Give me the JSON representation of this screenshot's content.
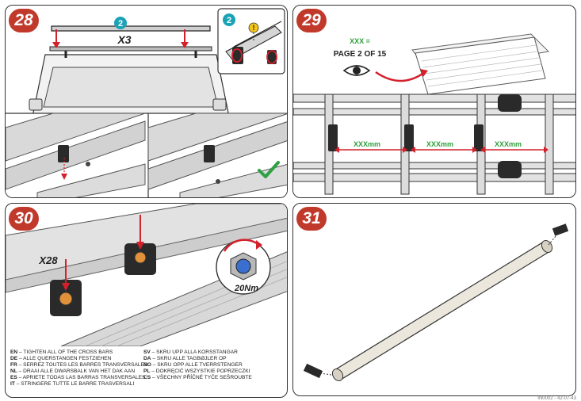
{
  "steps": [
    {
      "number": "28",
      "quantity_label": "X3",
      "callout_number": "2",
      "inset_callout_number": "2",
      "warning_symbol": "!"
    },
    {
      "number": "29",
      "xxx_label": "XXX =",
      "page_ref": "PAGE 2 OF 15",
      "dimension_labels": [
        "XXXmm",
        "XXXmm",
        "XXXmm"
      ]
    },
    {
      "number": "30",
      "quantity_label": "X28",
      "torque_label": "20Nm"
    },
    {
      "number": "31"
    }
  ],
  "instructions_left": [
    {
      "lang": "EN",
      "text": " – TIGHTEN ALL OF THE CROSS BARS"
    },
    {
      "lang": "DE",
      "text": " – ALLE QUERSTANGEN FESTZIEHEN"
    },
    {
      "lang": "FR",
      "text": " – SERREZ TOUTES LES BARRES TRANSVERSALES"
    },
    {
      "lang": "NL",
      "text": " – DRAAI ALLE DWARSBALK VAN HET DAK AAN"
    },
    {
      "lang": "ES",
      "text": " – APRIETE TODAS LAS BARRAS TRANSVERSALES"
    },
    {
      "lang": "IT",
      "text": " – STRINGERE TUTTE LE BARRE TRASVERSALI"
    }
  ],
  "instructions_right": [
    {
      "lang": "SV",
      "text": " – SKRU UPP ALLA KORSSTANGAR"
    },
    {
      "lang": "DA",
      "text": " – SKRU ALLE TAGBØJLER OP"
    },
    {
      "lang": "NO",
      "text": " – SKRU OPP ALLE TVERRSTENGER"
    },
    {
      "lang": "PL",
      "text": " – DOKRĘCIĆ WSZYSTKIE POPRZECZKI"
    },
    {
      "lang": "CS",
      "text": " – VŠECHNY PŘÍČNÉ TYČE SEŠROUBTE"
    }
  ],
  "footer_code": "IN0002 - 42-07-43",
  "colors": {
    "badge": "#c0392b",
    "callout": "#1aa3b5",
    "warning": "#f5c518",
    "dimension": "#2e9e3c",
    "arrow": "#d4202b",
    "check": "#2ea043"
  }
}
